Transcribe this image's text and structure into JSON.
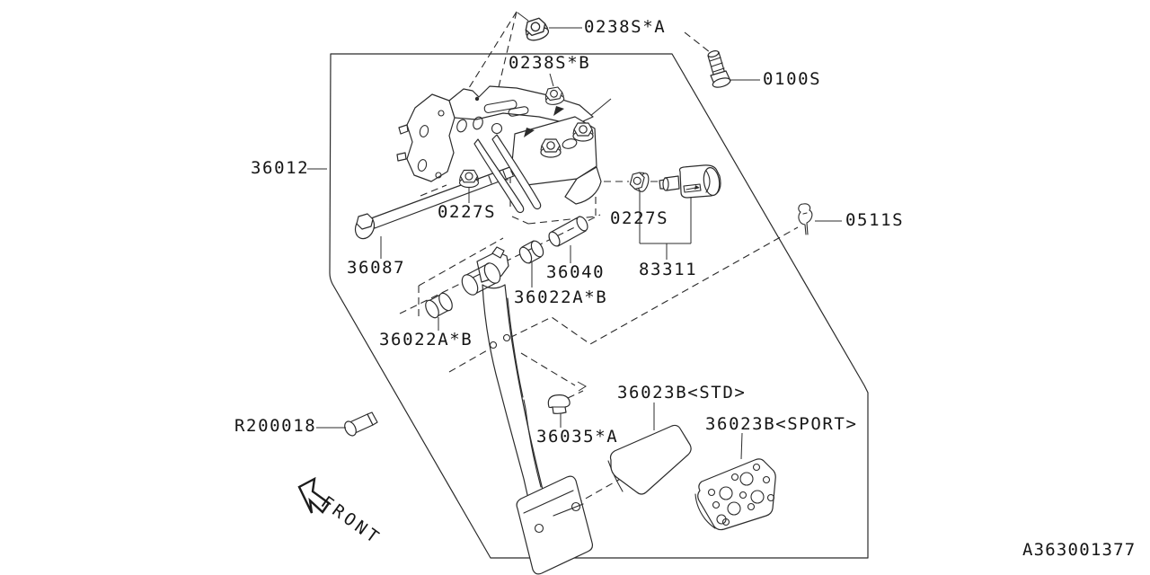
{
  "diagram": {
    "drawing_code": "A363001377",
    "front_label": "FRONT",
    "background": "#ffffff",
    "line_color": "#2b2b2b",
    "text_color": "#161616"
  },
  "parts": {
    "nut_0238s_a": {
      "label": "0238S*A",
      "kind": "flange-nut"
    },
    "nut_0238s_b": {
      "label": "0238S*B",
      "kind": "flange-nut"
    },
    "bolt_0100s": {
      "label": "0100S",
      "kind": "flange-bolt"
    },
    "bracket_36012": {
      "label": "36012",
      "kind": "pedal-bracket-assembly"
    },
    "nut_0227s_left": {
      "label": "0227S",
      "kind": "flange-nut"
    },
    "nut_0227s_right": {
      "label": "0227S",
      "kind": "flange-nut"
    },
    "bolt_36087": {
      "label": "36087",
      "kind": "flange-bolt"
    },
    "spacer_36040": {
      "label": "36040",
      "kind": "pedal-spacer"
    },
    "switch_83311": {
      "label": "83311",
      "kind": "stop-lamp-switch"
    },
    "clip_0511s": {
      "label": "0511S",
      "kind": "clip"
    },
    "bushing_36022_right": {
      "label": "36022A*B",
      "kind": "pedal-bushing"
    },
    "bushing_36022_left": {
      "label": "36022A*B",
      "kind": "pedal-bushing"
    },
    "pin_r200018": {
      "label": "R200018",
      "kind": "stopper-bolt"
    },
    "stopper_36035": {
      "label": "36035*A",
      "kind": "pedal-stopper"
    },
    "pad_36023b_std": {
      "label": "36023B<STD>",
      "kind": "pedal-pad-standard"
    },
    "pad_36023b_sport": {
      "label": "36023B<SPORT>",
      "kind": "pedal-pad-sport"
    }
  }
}
